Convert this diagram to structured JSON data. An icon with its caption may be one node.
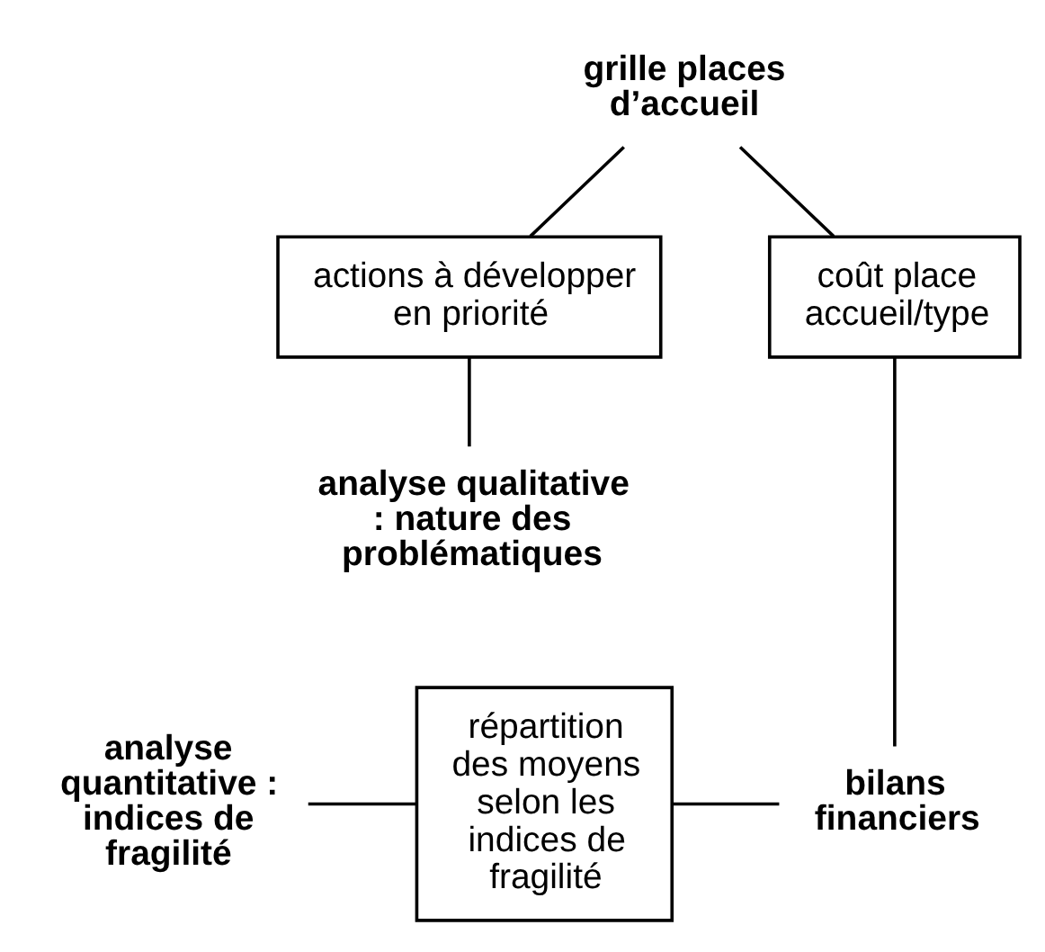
{
  "diagram": {
    "nodes": [
      {
        "text": [
          "grille places d’accueil"
        ]
      },
      {
        "text": [
          "actions à développer en priorité"
        ]
      },
      {
        "text": [
          "coût place accueil/type"
        ]
      },
      {
        "text": [
          "analyse qualitative : nature des problématiques"
        ]
      },
      {
        "text": [
          "analyse quantitative : indices de fragilité"
        ]
      },
      {
        "text": [
          "répartition des moyens selon les indices de fragilité"
        ]
      },
      {
        "text": [
          "bilans financiers"
        ]
      }
    ],
    "edges": [
      {
        "from": 0,
        "to": 1,
        "arrow": "none"
      },
      {
        "from": 1,
        "to": 3,
        "arrow": "none"
      },
      {
        "from": 0,
        "to": 2,
        "arrow": "none"
      },
      {
        "from": 2,
        "to": 6,
        "arrow": "none"
      },
      {
        "from": 4,
        "to": 5,
        "arrow": "none"
      },
      {
        "from": 5,
        "to": 6,
        "arrow": "none"
      }
    ]
  }
}
